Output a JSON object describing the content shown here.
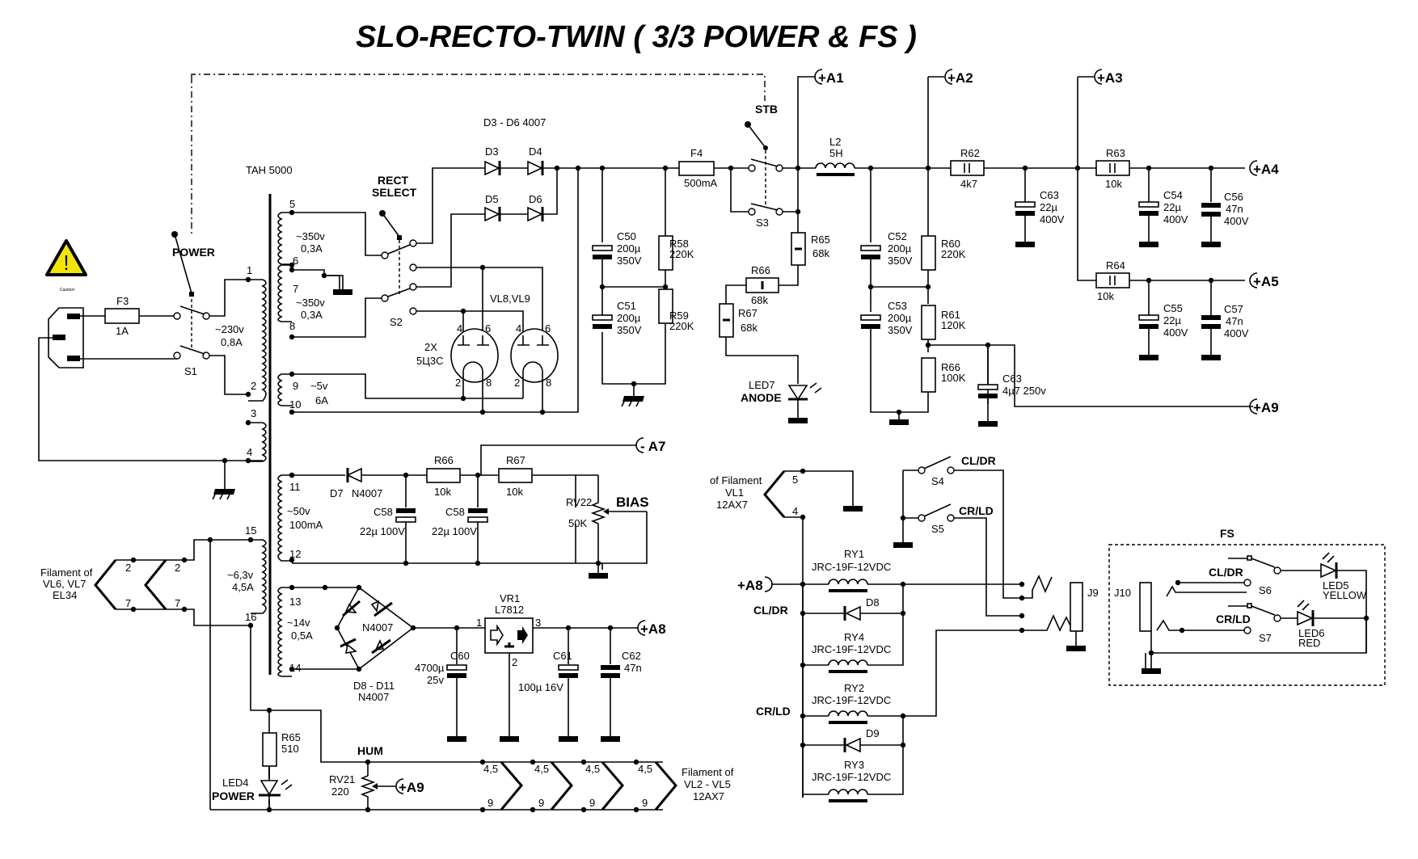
{
  "title": "SLO-RECTO-TWIN ( 3/3 POWER & FS )",
  "caution": {
    "icon": "warning-triangle-icon",
    "label": "Caution!",
    "color": "#f2e600"
  },
  "mains": {
    "fuse": "F3",
    "fuse_value": "1A",
    "switch_label": "POWER",
    "switch_name": "S1"
  },
  "transformer": {
    "name": "TAH 5000",
    "primary": {
      "voltage": "~230v",
      "current": "0,8A",
      "pins": [
        "1",
        "2",
        "3",
        "4"
      ]
    },
    "secondaries": [
      {
        "voltage": "~350v",
        "current": "0,3A",
        "pins": [
          "5",
          "6"
        ]
      },
      {
        "voltage": "~350v",
        "current": "0,3A",
        "pins": [
          "7",
          "8"
        ]
      },
      {
        "voltage": "~5v",
        "current": "6A",
        "pins": [
          "9",
          "10"
        ]
      },
      {
        "voltage": "~50v",
        "current": "100mA",
        "pins": [
          "11",
          "12"
        ]
      },
      {
        "voltage": "~6,3v",
        "current": "4,5A",
        "pins": [
          "15",
          "16"
        ]
      },
      {
        "voltage": "~14v",
        "current": "0,5A",
        "pins": [
          "13",
          "14"
        ]
      }
    ]
  },
  "rectifier": {
    "select_label": "RECT\nSELECT",
    "select_line1": "RECT",
    "select_line2": "SELECT",
    "switch": "S2",
    "diodes_header": "D3 - D6 4007",
    "diodes": [
      "D3",
      "D4",
      "D5",
      "D6"
    ],
    "tubes": {
      "name": "VL8,VL9",
      "qty": "2X",
      "type": "5Ц3С",
      "pins": [
        "4",
        "6",
        "2",
        "8"
      ]
    }
  },
  "hv_filter": {
    "caps": [
      {
        "ref": "C50",
        "value": "200µ",
        "voltage": "350V"
      },
      {
        "ref": "C51",
        "value": "200µ",
        "voltage": "350V"
      },
      {
        "ref": "C52",
        "value": "200µ",
        "voltage": "350V"
      },
      {
        "ref": "C53",
        "value": "200µ",
        "voltage": "350V"
      }
    ],
    "resistors": [
      {
        "ref": "R58",
        "value": "220K"
      },
      {
        "ref": "R59",
        "value": "220K"
      },
      {
        "ref": "R60",
        "value": "220K"
      },
      {
        "ref": "R61",
        "value": "120K"
      },
      {
        "ref": "R66",
        "value": "100K"
      }
    ],
    "fuse": {
      "ref": "F4",
      "value": "500mA"
    },
    "standby": {
      "label": "STB",
      "switch": "S3"
    },
    "choke": {
      "ref": "L2",
      "value": "5H"
    },
    "r65": {
      "ref": "R65",
      "value": "68k"
    },
    "r66": {
      "ref": "R66",
      "value": "68k"
    },
    "r67": {
      "ref": "R67",
      "value": "68k"
    },
    "led": {
      "ref": "LED7",
      "label": "ANODE"
    },
    "c63_bias": {
      "ref": "C63",
      "value": "4µ7 250v"
    }
  },
  "b_plus": {
    "r62": {
      "ref": "R62",
      "value": "4k7"
    },
    "r63": {
      "ref": "R63",
      "value": "10k"
    },
    "r64": {
      "ref": "R64",
      "value": "10k"
    },
    "c63": {
      "ref": "C63",
      "value": "22µ",
      "voltage": "400V"
    },
    "c54": {
      "ref": "C54",
      "value": "22µ",
      "voltage": "400V"
    },
    "c55": {
      "ref": "C55",
      "value": "22µ",
      "voltage": "400V"
    },
    "c56": {
      "ref": "C56",
      "value": "47n",
      "voltage": "400V"
    },
    "c57": {
      "ref": "C57",
      "value": "47n",
      "voltage": "400V"
    }
  },
  "terminals": {
    "a1": "+A1",
    "a2": "+A2",
    "a3": "+A3",
    "a4": "+A4",
    "a5": "+A5",
    "a9": "+A9",
    "a7": "- A7",
    "a8": "+A8",
    "a9_hum": "+A9",
    "a8_relay": "+A8"
  },
  "bias": {
    "diode": "D7",
    "diode_type": "N4007",
    "c58a": {
      "ref": "C58",
      "value": "22µ 100V"
    },
    "c58b": {
      "ref": "C58",
      "value": "22µ 100V"
    },
    "r66": {
      "ref": "R66",
      "value": "10k"
    },
    "r67": {
      "ref": "R67",
      "value": "10k"
    },
    "pot": {
      "ref": "RV22",
      "value": "50K",
      "label": "BIAS"
    }
  },
  "filament_power": {
    "label_line1": "Filament of",
    "label_line2": "VL6, VL7",
    "label_line3": "EL34",
    "pins": [
      "2",
      "7",
      "2",
      "7"
    ]
  },
  "dc_supply": {
    "bridge_label": "N4007",
    "bridge_line1": "D8 - D11",
    "bridge_line2": "N4007",
    "regulator": {
      "ref": "VR1",
      "type": "L7812",
      "pins": [
        "1",
        "2",
        "3"
      ]
    },
    "c60": {
      "ref": "C60",
      "value": "4700µ",
      "voltage": "25v"
    },
    "c61": {
      "ref": "C61",
      "value": "100µ 16V"
    },
    "c62": {
      "ref": "C62",
      "value": "47n"
    }
  },
  "preamp_heaters": {
    "r65": {
      "ref": "R65",
      "value": "510"
    },
    "led": {
      "ref": "LED4",
      "label": "POWER"
    },
    "hum_label": "HUM",
    "pot": {
      "ref": "RV21",
      "value": "220"
    },
    "pin_top": "4,5",
    "pin_bottom": "9",
    "label_line1": "Filament of",
    "label_line2": "VL2 - VL5",
    "label_line3": "12AX7"
  },
  "vl1_filament": {
    "line1": "of Filament",
    "line2": "VL1",
    "line3": "12AX7",
    "pins": [
      "5",
      "4"
    ]
  },
  "relays": {
    "cl_dr": "CL/DR",
    "cr_ld": "CR/LD",
    "items": [
      {
        "ref": "RY1",
        "type": "JRC-19F-12VDC"
      },
      {
        "ref": "RY4",
        "type": "JRC-19F-12VDC"
      },
      {
        "ref": "RY2",
        "type": "JRC-19F-12VDC"
      },
      {
        "ref": "RY3",
        "type": "JRC-19F-12VDC"
      }
    ],
    "d8": "D8",
    "d9": "D9",
    "s4": {
      "ref": "S4",
      "label": "CL/DR"
    },
    "s5": {
      "ref": "S5",
      "label": "CR/LD"
    },
    "jack": "J9"
  },
  "footswitch": {
    "label": "FS",
    "jack": "J10",
    "s6": {
      "ref": "S6",
      "label": "CL/DR"
    },
    "s7": {
      "ref": "S7",
      "label": "CR/LD"
    },
    "led5": {
      "ref": "LED5",
      "color": "YELLOW"
    },
    "led6": {
      "ref": "LED6",
      "color": "RED"
    }
  }
}
